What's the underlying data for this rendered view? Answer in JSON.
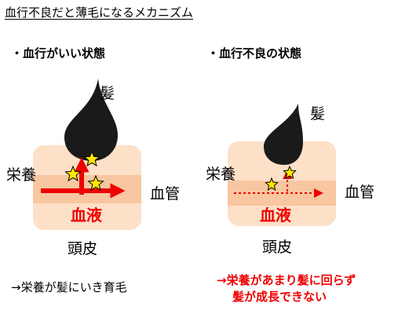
{
  "title": "血行不良だと薄毛になるメカニズム",
  "healthy": {
    "heading": "・血行がいい状態",
    "hair_label": "髪",
    "nutrition_label": "栄養",
    "blood_vessel_label": "血管",
    "blood_label": "血液",
    "scalp_label": "頭皮",
    "note": "→栄養が髪にいき育毛"
  },
  "poor": {
    "heading": "・血行不良の状態",
    "hair_label": "髪",
    "nutrition_label": "栄養",
    "blood_vessel_label": "血管",
    "blood_label": "血液",
    "scalp_label": "頭皮",
    "note_line1": "→栄養があまり髪に回らず",
    "note_line2": "髪が成長できない"
  },
  "colors": {
    "scalp_outer": "#fde0c8",
    "scalp_inner": "#f8c6a0",
    "hair": "#1a1a1a",
    "arrow": "#ee0000",
    "star": "#ffe800",
    "text_red": "#ee0000"
  }
}
